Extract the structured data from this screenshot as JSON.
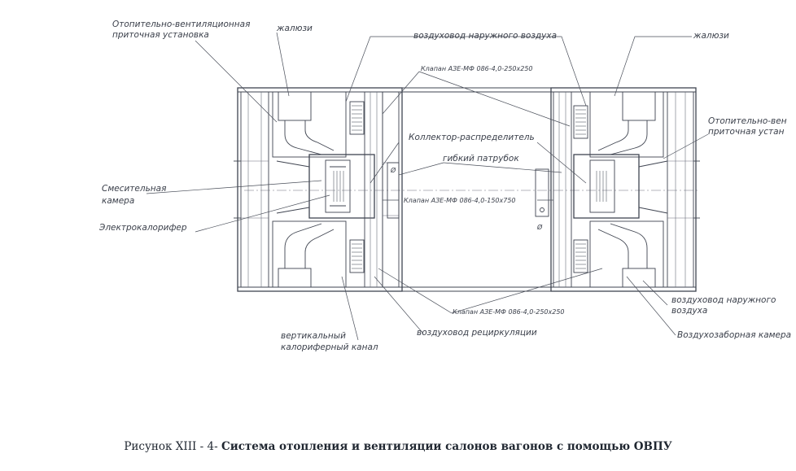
{
  "diagram": {
    "labels": {
      "ovpu_left": [
        "Отопительно-вентиляционная",
        "приточная установка"
      ],
      "zhaluzi_left": "жалюзи",
      "vozduhovod_top": "воздуховод наружного воздуха",
      "zhaluzi_right": "жалюзи",
      "klapan_top": "Клапан АЗЕ-МФ 086-4,0-250х250",
      "ovpu_right": [
        "Отопительно-вен",
        "приточная устан"
      ],
      "kollektor": "Коллектор-распределитель",
      "gibkiy": "гибкий патрубок",
      "smesitelnaya": [
        "Смесительная",
        "камера"
      ],
      "klapan_mid": "Клапан АЗЕ-МФ 086-4,0-150х750",
      "elektrokalorifer": "Электрокалорифер",
      "vozduhovod_right": [
        "воздуховод наружного",
        "воздуха"
      ],
      "klapan_bottom": "Клапан АЗЕ-МФ 086-4,0-250х250",
      "vertikalny": [
        "вертикальный",
        "калориферный канал"
      ],
      "recirkulyacii": "воздуховод рециркуляции",
      "vozduhozabornaya": "Воздухозаборная камера",
      "diameter_1": "Ø",
      "diameter_2": "Ø"
    }
  },
  "caption": {
    "number": "Рисунок XIII - 4-",
    "title": "Система отопления и вентиляции салонов вагонов с помощью ОВПУ"
  }
}
